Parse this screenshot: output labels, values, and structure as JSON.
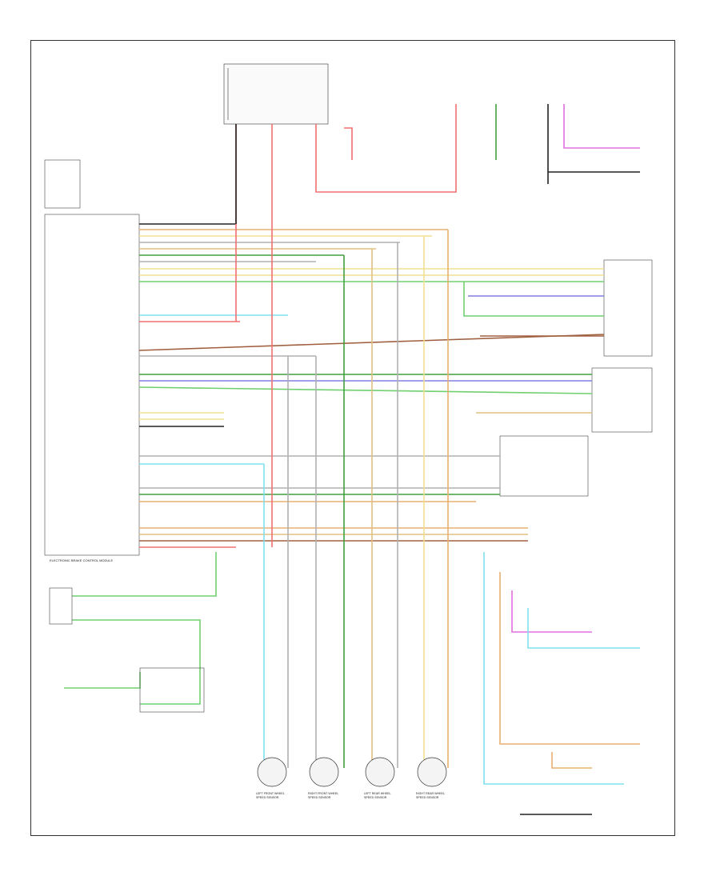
{
  "diagram": {
    "code": "",
    "module_label": "ELECTRONIC BRAKE CONTROL MODULE",
    "wheel_sensors": [
      {
        "label": "LEFT FRONT WHEEL SPEED SENSOR"
      },
      {
        "label": "RIGHT FRONT WHEEL SPEED SENSOR"
      },
      {
        "label": "LEFT REAR WHEEL SPEED SENSOR"
      },
      {
        "label": "RIGHT REAR WHEEL SPEED SENSOR"
      }
    ],
    "colors": {
      "red": "#e8a0a0",
      "pink": "#f07070",
      "orange": "#e8b070",
      "yellow": "#f0e090",
      "green": "#70d070",
      "dark_green": "#40a040",
      "blue": "#8080e0",
      "cyan": "#80e0f0",
      "magenta": "#e070e0",
      "gray": "#b0b0b0",
      "brown": "#a06040",
      "tan": "#e0c080",
      "black": "#222222"
    }
  }
}
